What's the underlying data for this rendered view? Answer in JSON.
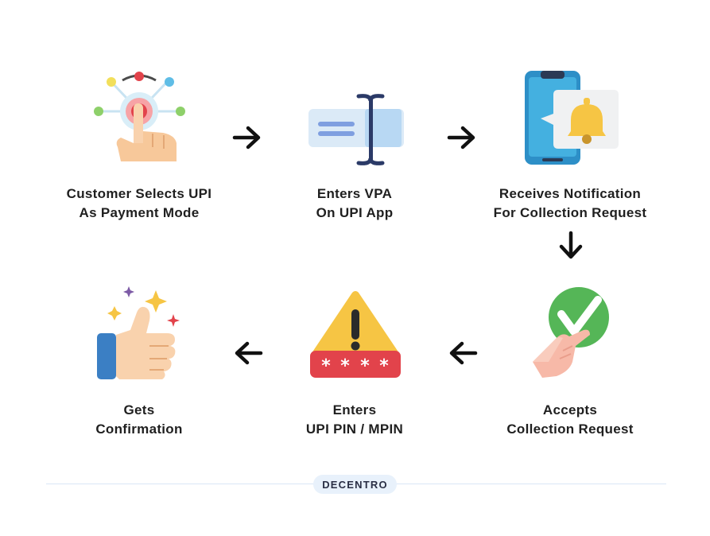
{
  "steps": [
    {
      "line1": "Customer Selects UPI",
      "line2": "As Payment Mode",
      "icon": "touch-select-icon"
    },
    {
      "line1": "Enters VPA",
      "line2": "On UPI App",
      "icon": "text-input-icon"
    },
    {
      "line1": "Receives Notification",
      "line2": "For Collection Request",
      "icon": "phone-notification-icon"
    },
    {
      "line1": "Accepts",
      "line2": "Collection Request",
      "icon": "hand-checkmark-icon"
    },
    {
      "line1": "Enters",
      "line2": "UPI PIN / MPIN",
      "icon": "warning-pin-icon"
    },
    {
      "line1": "Gets",
      "line2": "Confirmation",
      "icon": "thumbs-up-icon"
    }
  ],
  "brand": "DECENTRO",
  "colors": {
    "text": "#1f1f1f",
    "arrow": "#111111",
    "accent_blue": "#3aa5d8",
    "accent_red": "#e2434b",
    "accent_yellow": "#f6c544",
    "accent_green": "#55b657"
  }
}
